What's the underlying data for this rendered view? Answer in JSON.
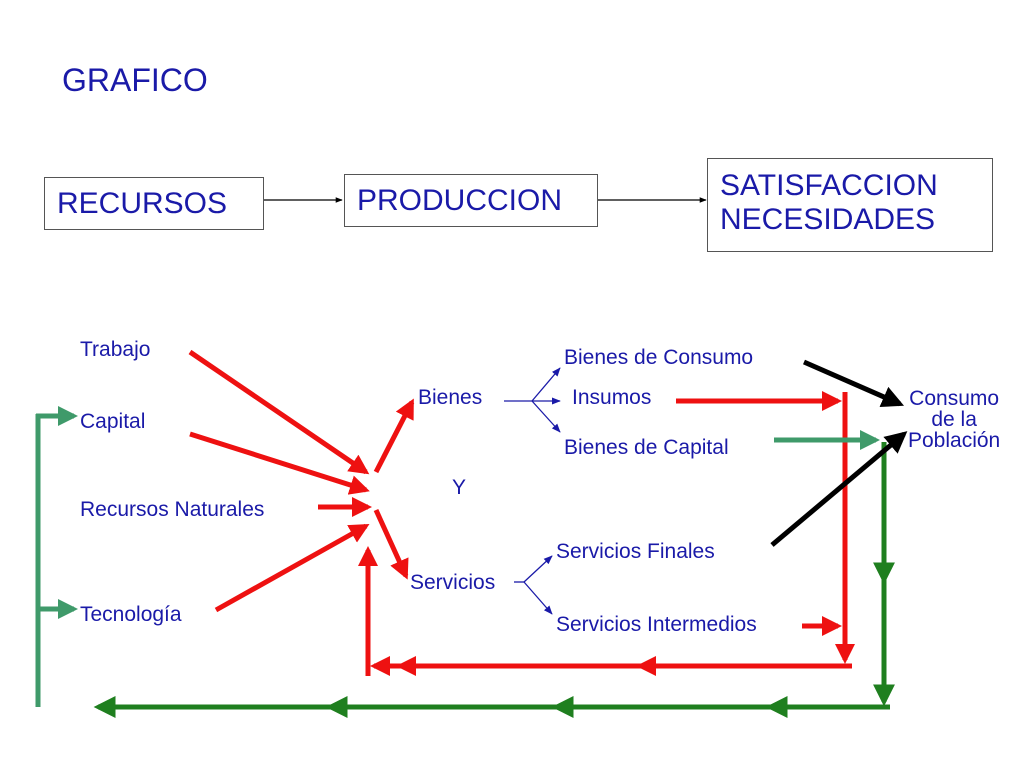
{
  "title": "GRAFICO",
  "flow": {
    "recursos": "RECURSOS",
    "produccion": "PRODUCCION",
    "satisfaccion_line1": "SATISFACCION",
    "satisfaccion_line2": "NECESIDADES"
  },
  "inputs": {
    "trabajo": "Trabajo",
    "capital": "Capital",
    "recursos_naturales": "Recursos Naturales",
    "tecnologia": "Tecnología"
  },
  "center": {
    "bienes": "Bienes",
    "y": "Y",
    "servicios": "Servicios"
  },
  "bienes_branches": {
    "consumo": "Bienes de Consumo",
    "insumos": "Insumos",
    "capital": "Bienes de Capital"
  },
  "servicios_branches": {
    "finales": "Servicios Finales",
    "intermedios": "Servicios Intermedios"
  },
  "consumo_poblacion": {
    "line1": "Consumo",
    "line2": "de la",
    "line3": "Población"
  },
  "colors": {
    "text": "#1a1aa8",
    "red_arrow": "#ee1111",
    "green_dark": "#1f7f1f",
    "green_light": "#3f9a6a",
    "black_arrow": "#000000",
    "blue_arrow": "#1a1aa8"
  }
}
